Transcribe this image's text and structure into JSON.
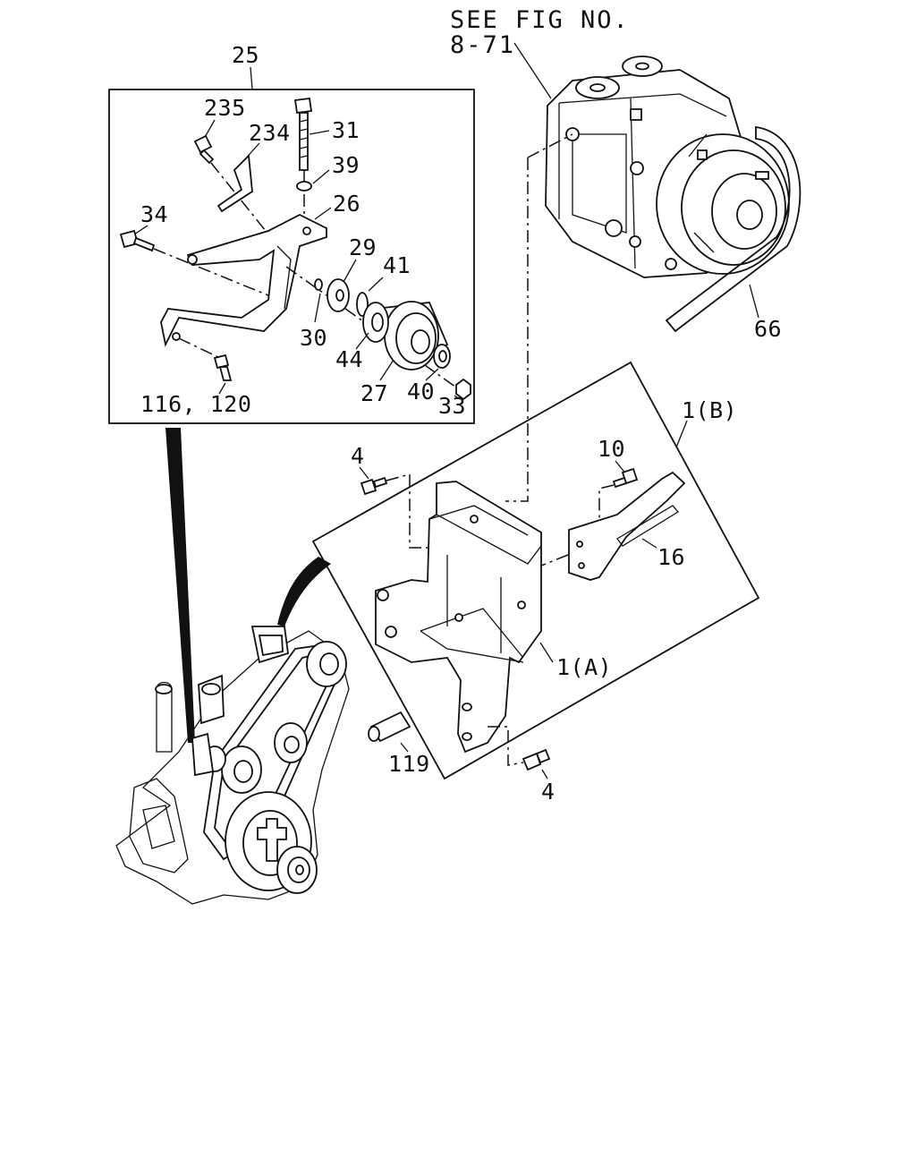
{
  "reference_note": {
    "line1": "SEE FIG NO.",
    "line2": "8-71"
  },
  "callouts": {
    "c25": "25",
    "c235": "235",
    "c234": "234",
    "c31": "31",
    "c39": "39",
    "c26": "26",
    "c34": "34",
    "c29": "29",
    "c41": "41",
    "c30": "30",
    "c44": "44",
    "c27": "27",
    "c40": "40",
    "c33": "33",
    "c116_120": "116, 120",
    "c66": "66",
    "c1b": "1(B)",
    "c10": "10",
    "c4_top": "4",
    "c16": "16",
    "c1a": "1(A)",
    "c119": "119",
    "c4_bottom": "4"
  }
}
